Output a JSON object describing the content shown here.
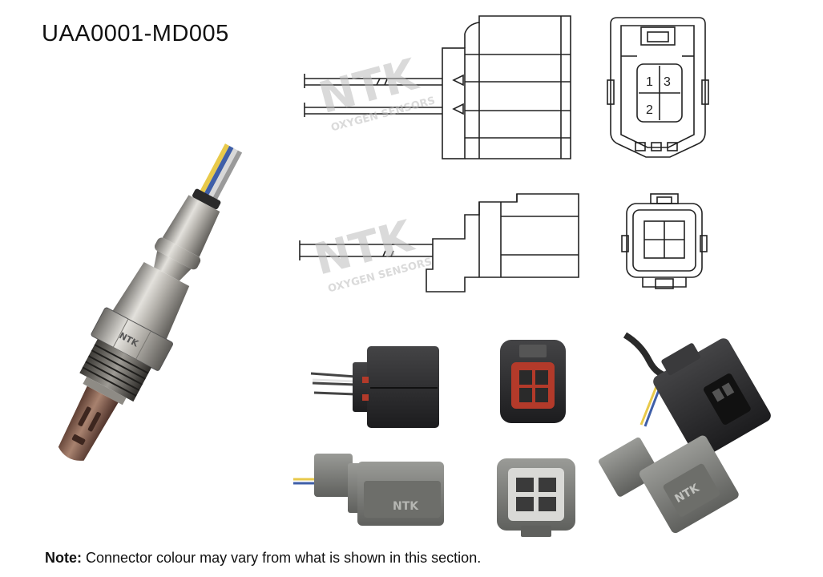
{
  "header": {
    "part_number": "UAA0001-MD005"
  },
  "note": {
    "label": "Note:",
    "text": " Connector colour may vary from what is shown in this section."
  },
  "watermark": {
    "brand": "NTK",
    "tagline": "OXYGEN SENSORS"
  },
  "connector_diagram": {
    "pin_labels": [
      "1",
      "3",
      "2"
    ]
  },
  "photo_labels": {
    "grey_connector": "NTK",
    "side_plug": "NTK",
    "sensor_hex": "NTK"
  },
  "colors": {
    "line": "#222222",
    "watermark": "#bdbdbd",
    "connector_black": "#2b2b2d",
    "connector_grey": "#7d7e7b",
    "connector_grey_light": "#a5a6a2",
    "terminal_red": "#b33a2a",
    "sensor_silver": "#b9b6b0",
    "sensor_tip": "#8a6555"
  }
}
